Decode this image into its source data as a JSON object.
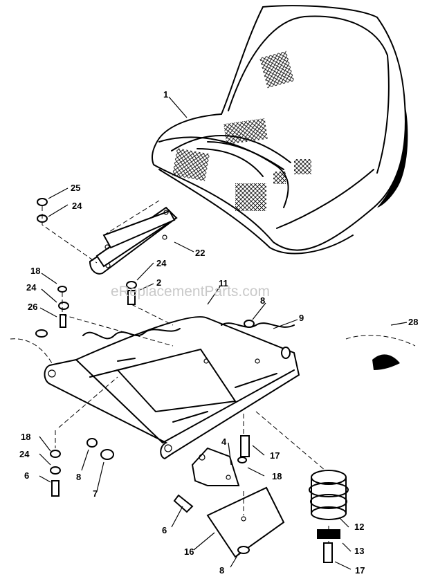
{
  "watermark": "eReplacementParts.com",
  "callouts": [
    "1",
    "2",
    "4",
    "6",
    "6",
    "7",
    "8",
    "8",
    "8",
    "9",
    "11",
    "12",
    "13",
    "16",
    "17",
    "17",
    "18",
    "18",
    "18",
    "22",
    "24",
    "24",
    "24",
    "24",
    "25",
    "26",
    "28"
  ]
}
